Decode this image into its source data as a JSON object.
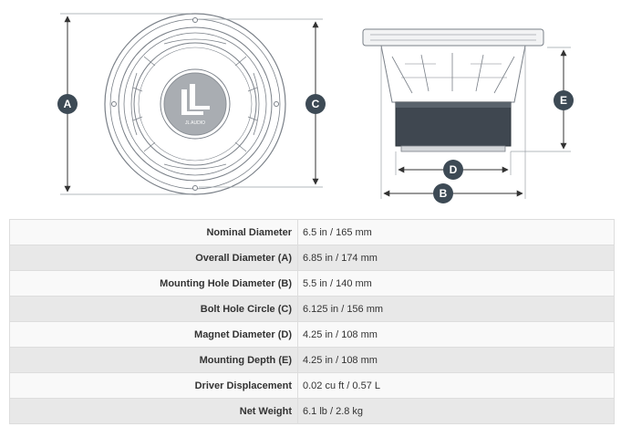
{
  "diagram": {
    "logo_text": "JL AUDIO",
    "dimension_labels": {
      "a": "A",
      "b": "B",
      "c": "C",
      "d": "D",
      "e": "E"
    },
    "colors": {
      "badge": "#3d4a55",
      "line": "#7a8088",
      "arrow": "#333333"
    }
  },
  "specs": [
    {
      "label": "Nominal Diameter",
      "value": "6.5 in / 165 mm"
    },
    {
      "label": "Overall Diameter (A)",
      "value": "6.85 in / 174 mm"
    },
    {
      "label": "Mounting Hole Diameter (B)",
      "value": "5.5 in / 140 mm"
    },
    {
      "label": "Bolt Hole Circle (C)",
      "value": "6.125 in / 156 mm"
    },
    {
      "label": "Magnet Diameter (D)",
      "value": "4.25 in / 108 mm"
    },
    {
      "label": "Mounting Depth (E)",
      "value": "4.25 in / 108 mm"
    },
    {
      "label": "Driver Displacement",
      "value": "0.02 cu ft / 0.57 L"
    },
    {
      "label": "Net Weight",
      "value": "6.1 lb / 2.8 kg"
    }
  ]
}
